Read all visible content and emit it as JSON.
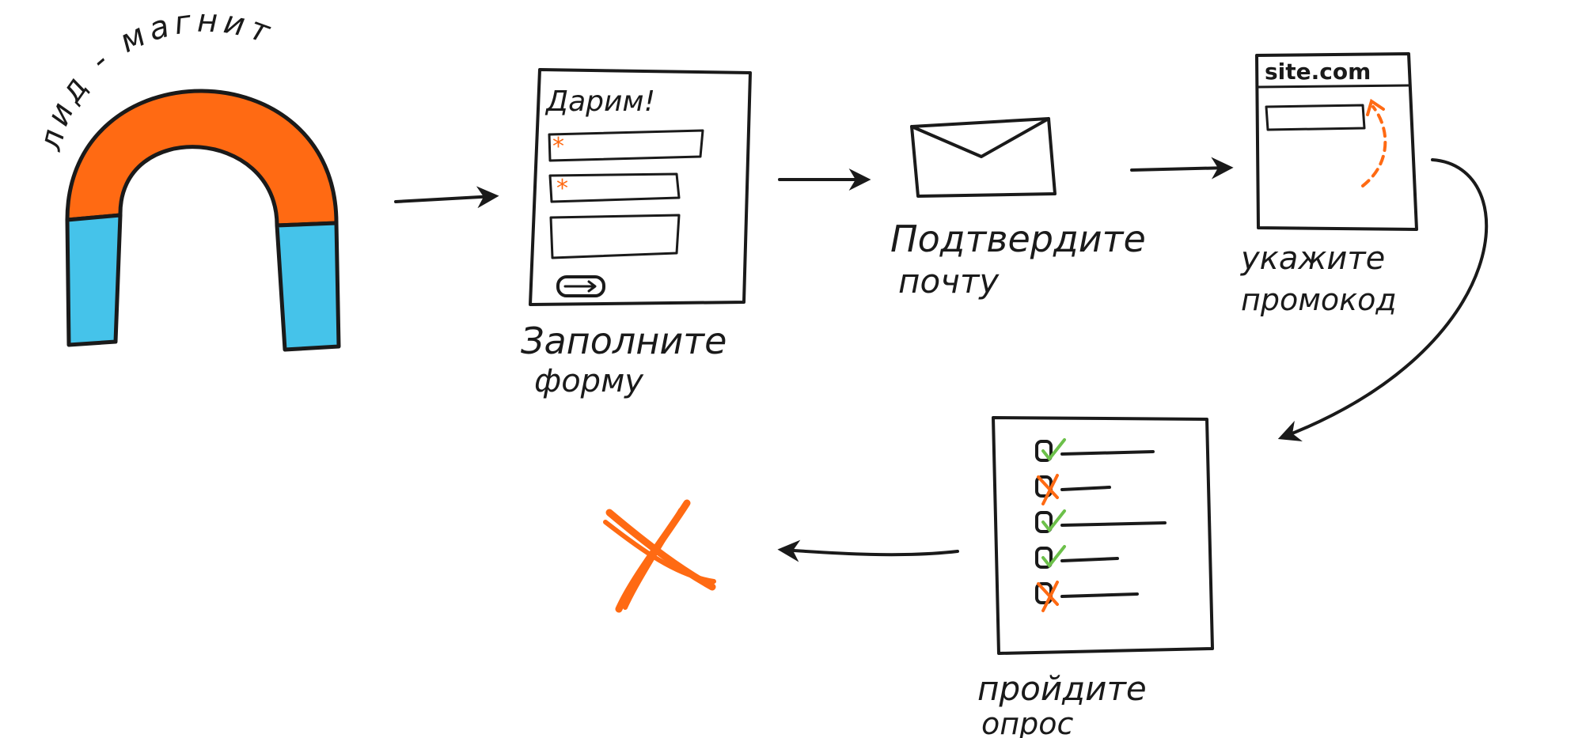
{
  "magnet": {
    "label": "лид - магнит",
    "colors": {
      "top": "#ff6a13",
      "legs": "#45c3ea",
      "outline": "#1a1a1a"
    }
  },
  "steps": {
    "form": {
      "heading": "Дарим!",
      "caption_line1": "Заполните",
      "caption_line2": "форму"
    },
    "email": {
      "caption_line1": "Подтвердите",
      "caption_line2": "почту"
    },
    "site": {
      "url": "site.com",
      "caption_line1": "укажите",
      "caption_line2": "промокод"
    },
    "survey": {
      "caption_line1": "пройдите",
      "caption_line2": "опрос",
      "items": [
        {
          "mark": "check"
        },
        {
          "mark": "cross"
        },
        {
          "mark": "check"
        },
        {
          "mark": "check"
        },
        {
          "mark": "cross"
        }
      ]
    }
  },
  "result": {
    "icon": "big-cross-icon"
  },
  "colors": {
    "accent_orange": "#ff6a13",
    "check_green": "#6cc04a",
    "ink": "#1a1a1a"
  }
}
